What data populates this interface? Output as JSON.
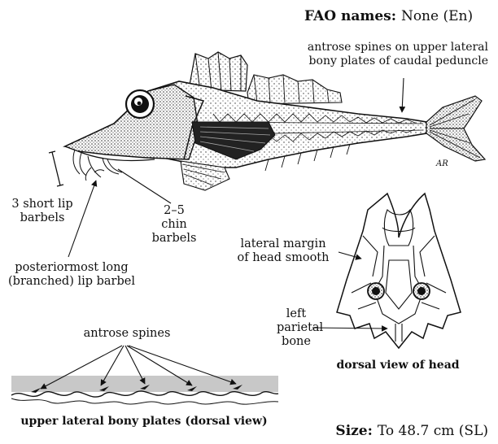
{
  "header": {
    "fao_label": "FAO names:",
    "fao_value": "None (En)"
  },
  "labels": {
    "caudal_spines": [
      "antrose spines on upper lateral",
      "bony plates of caudal peduncle"
    ],
    "artist_initials": "AR",
    "short_lip_barbels": [
      "3 short lip",
      "barbels"
    ],
    "chin_barbels": [
      "2–5",
      "chin",
      "barbels"
    ],
    "long_lip_barbel": [
      "posteriormost long",
      "(branched) lip barbel"
    ],
    "lateral_margin": [
      "lateral margin",
      "of head smooth"
    ],
    "parietal_bone": [
      "left",
      "parietal",
      "bone"
    ],
    "antrose_spines": "antrose spines"
  },
  "captions": {
    "dorsal_head": "dorsal view of head",
    "bony_plates": "upper lateral bony plates (dorsal view)"
  },
  "footer": {
    "size_label": "Size:",
    "size_value": "To 48.7 cm (SL)"
  },
  "colors": {
    "ink": "#111111",
    "band_grey": "#c8c8c8"
  }
}
